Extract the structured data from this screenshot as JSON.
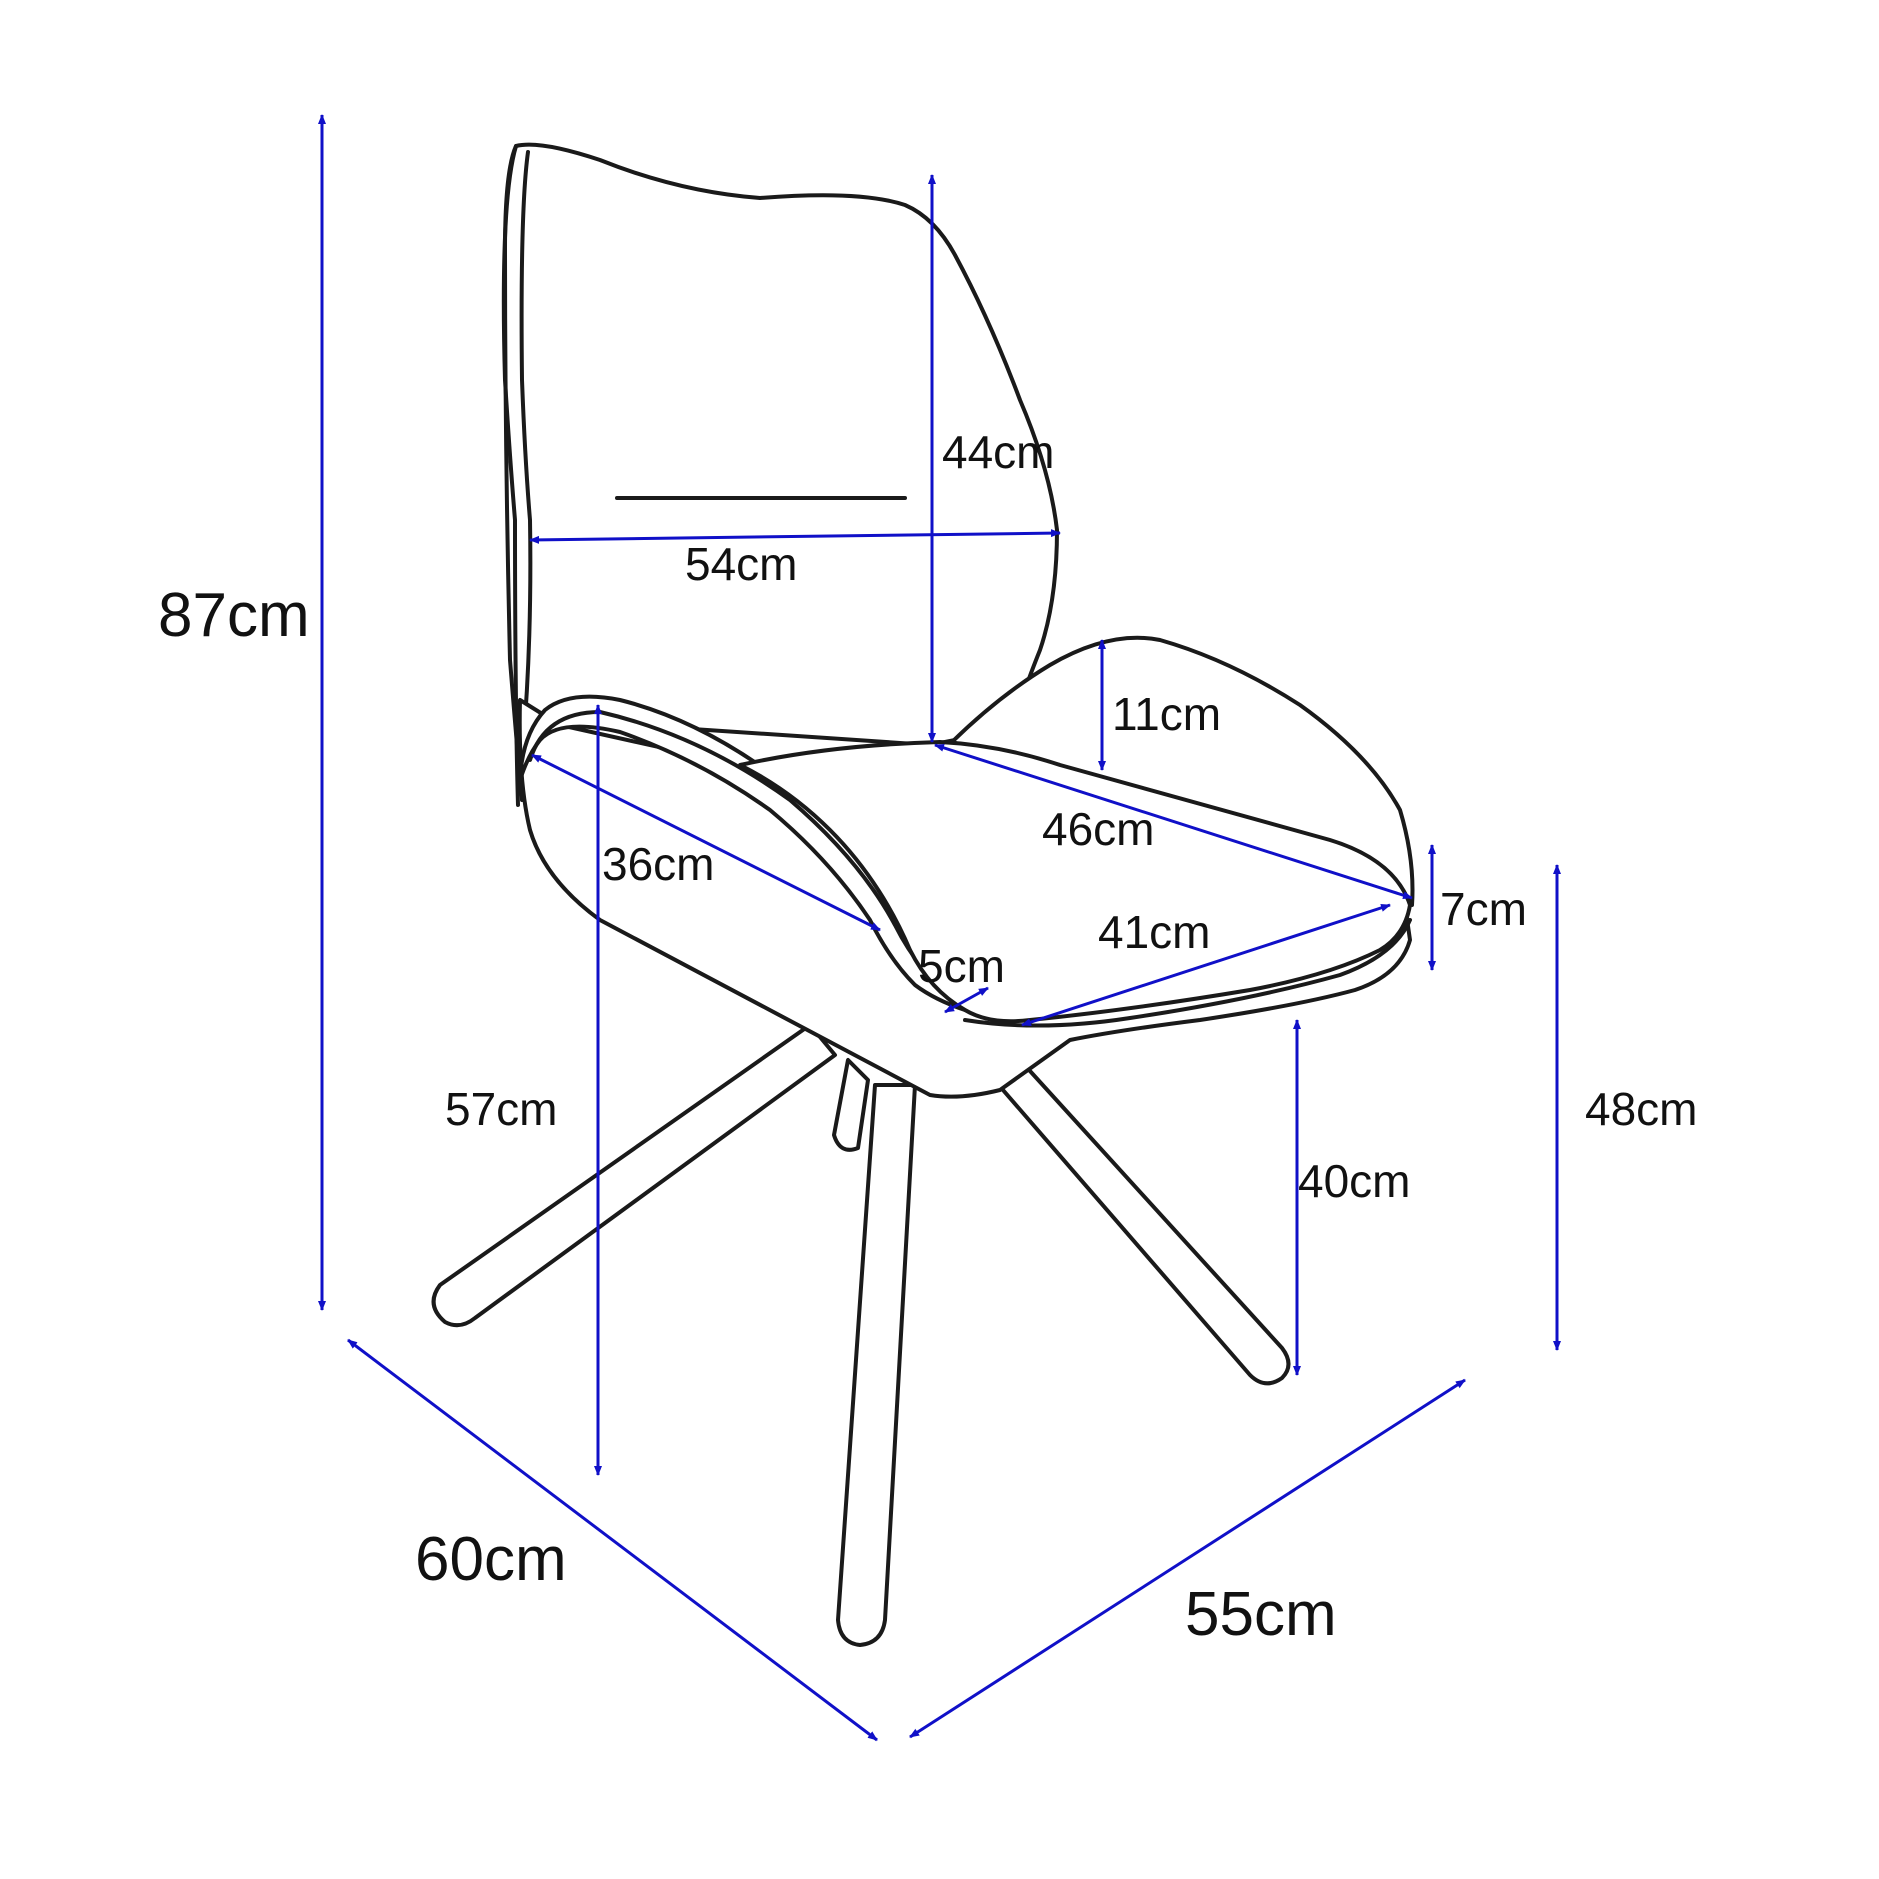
{
  "colors": {
    "dimension_line": "#1010c8",
    "outline": "#1a1a1a",
    "background": "#ffffff"
  },
  "dimensions": {
    "overall_height": "87cm",
    "back_height": "44cm",
    "back_width": "54cm",
    "armrest_height": "11cm",
    "seat_depth_right": "46cm",
    "seat_depth_left": "36cm",
    "seat_edge_thickness": "7cm",
    "seat_front_width": "41cm",
    "piping": "5cm",
    "armrest_floor_height": "57cm",
    "seat_floor_height": "48cm",
    "seat_base_height": "40cm",
    "depth": "60cm",
    "width": "55cm"
  }
}
